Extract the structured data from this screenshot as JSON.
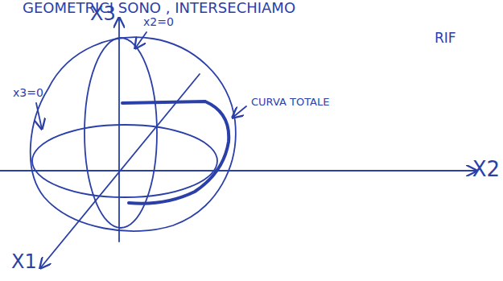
{
  "diagram": {
    "labels": [
      "GEOMETRICI SONO , INTERSECHIAMO",
      "RIF",
      "X3",
      "x2=0",
      "x3=0",
      "CURVA TOTALE",
      "X2",
      "X1"
    ]
  }
}
